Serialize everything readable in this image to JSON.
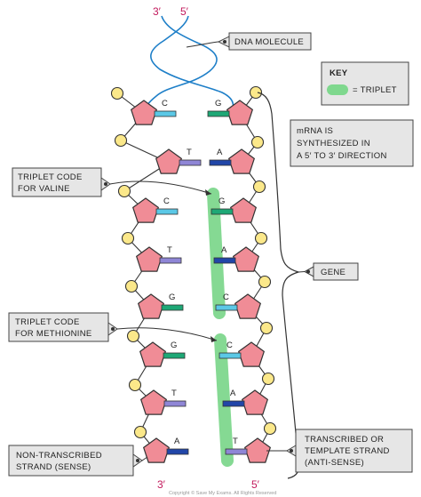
{
  "strand_ends": {
    "top_left": "3′",
    "top_right": "5′",
    "bottom_left": "3′",
    "bottom_right": "5′"
  },
  "labels": {
    "dna_molecule": "DNA MOLECULE",
    "key_title": "KEY",
    "key_triplet": "= TRIPLET",
    "mrna_line1": "mRNA IS",
    "mrna_line2": "SYNTHESIZED IN",
    "mrna_line3": "A 5′ TO 3′ DIRECTION",
    "valine_line1": "TRIPLET CODE",
    "valine_line2": "FOR VALINE",
    "gene": "GENE",
    "methionine_line1": "TRIPLET CODE",
    "methionine_line2": "FOR METHIONINE",
    "nontranscribed_line1": "NON-TRANSCRIBED",
    "nontranscribed_line2": "STRAND (SENSE)",
    "transcribed_line1": "TRANSCRIBED OR",
    "transcribed_line2": "TEMPLATE STRAND",
    "transcribed_line3": "(ANTI-SENSE)"
  },
  "base_pairs": [
    {
      "left": "C",
      "right": "G"
    },
    {
      "left": "T",
      "right": "A"
    },
    {
      "left": "C",
      "right": "G"
    },
    {
      "left": "T",
      "right": "A"
    },
    {
      "left": "G",
      "right": "C"
    },
    {
      "left": "G",
      "right": "C"
    },
    {
      "left": "T",
      "right": "A"
    },
    {
      "left": "A",
      "right": "T"
    }
  ],
  "colors": {
    "sugar": "#f08c96",
    "phosphate": "#fbe88a",
    "triplet": "#7fd88e",
    "end_label": "#c2185b",
    "helix": "#1e7fc8",
    "C": "#5bc8e6",
    "G": "#1ea876",
    "T": "#8f86d6",
    "A": "#2146a8"
  },
  "copyright": "Copyright © Save My Exams. All Rights Reserved"
}
